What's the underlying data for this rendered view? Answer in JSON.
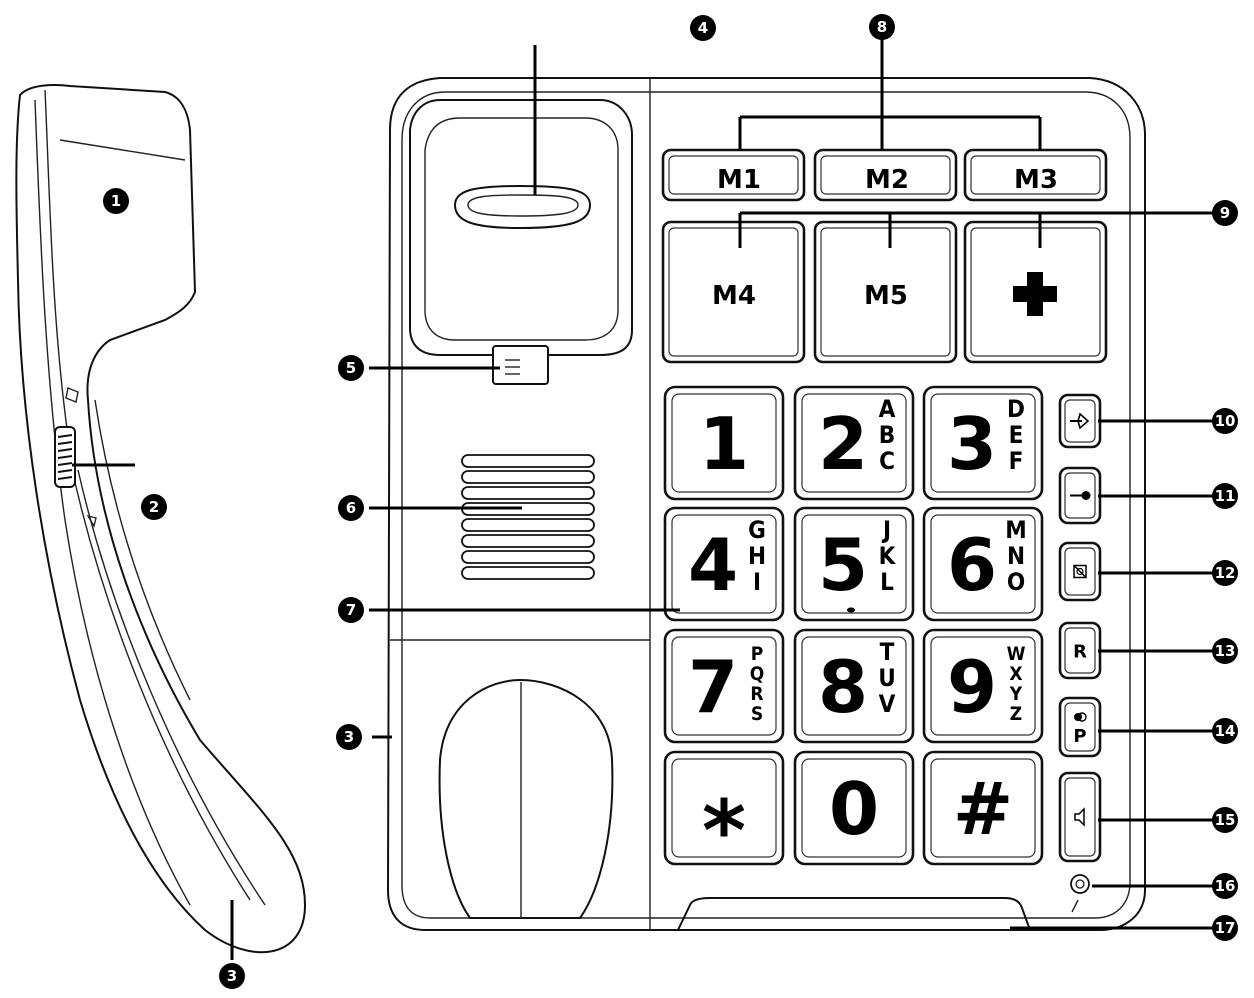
{
  "memory_keys": [
    "M1",
    "M2",
    "M3",
    "M4",
    "M5"
  ],
  "emergency_key_symbol": "+",
  "dial_keys": [
    {
      "digit": "1",
      "letters": []
    },
    {
      "digit": "2",
      "letters": [
        "A",
        "B",
        "C"
      ]
    },
    {
      "digit": "3",
      "letters": [
        "D",
        "E",
        "F"
      ]
    },
    {
      "digit": "4",
      "letters": [
        "G",
        "H",
        "I"
      ]
    },
    {
      "digit": "5",
      "letters": [
        "J",
        "K",
        "L"
      ]
    },
    {
      "digit": "6",
      "letters": [
        "M",
        "N",
        "O"
      ]
    },
    {
      "digit": "7",
      "letters": [
        "P",
        "Q",
        "R",
        "S"
      ]
    },
    {
      "digit": "8",
      "letters": [
        "T",
        "U",
        "V"
      ]
    },
    {
      "digit": "9",
      "letters": [
        "W",
        "X",
        "Y",
        "Z"
      ]
    },
    {
      "digit": "*",
      "letters": []
    },
    {
      "digit": "0",
      "letters": []
    },
    {
      "digit": "#",
      "letters": []
    }
  ],
  "side_keys": [
    {
      "label": "",
      "icon": "incoming-call-icon"
    },
    {
      "label": "",
      "icon": "outgoing-call-icon"
    },
    {
      "label": "",
      "icon": "mute-icon"
    },
    {
      "label": "R",
      "icon": ""
    },
    {
      "label": "P",
      "icon": "pause-icon"
    },
    {
      "label": "",
      "icon": "speaker-icon"
    }
  ],
  "callouts": [
    "1",
    "2",
    "3",
    "4",
    "5",
    "6",
    "7",
    "8",
    "9",
    "10",
    "11",
    "12",
    "13",
    "14",
    "15",
    "16",
    "17",
    "3"
  ]
}
